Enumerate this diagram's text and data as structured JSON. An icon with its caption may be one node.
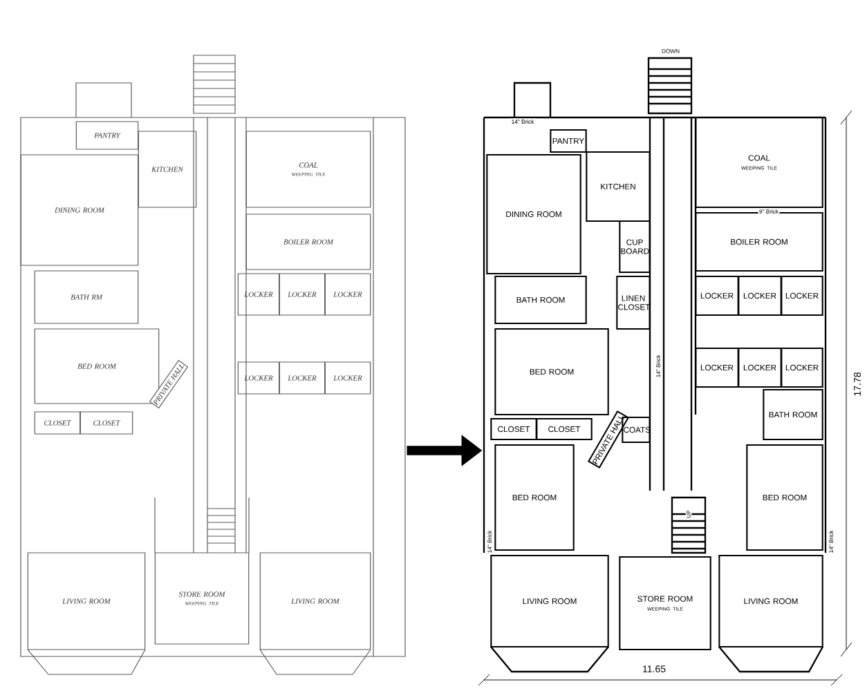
{
  "diagram": {
    "nodes": [
      {
        "text": [],
        "shape": "picture"
      },
      {
        "text": [
          "PANTRY"
        ],
        "in": 0
      },
      {
        "text": [
          "KITCHEN"
        ],
        "in": 0
      },
      {
        "text": [
          "COAL",
          "WEEPING TILE"
        ],
        "in": 0
      },
      {
        "text": [
          "DINING ROOM"
        ],
        "in": 0
      },
      {
        "text": [
          "BOILER ROOM"
        ],
        "in": 0
      },
      {
        "text": [
          "BATH RM"
        ],
        "in": 0
      },
      {
        "text": [
          "LOCKER"
        ],
        "in": 0
      },
      {
        "text": [
          "LOCKER"
        ],
        "in": 0
      },
      {
        "text": [
          "LOCKER"
        ],
        "in": 0
      },
      {
        "text": [
          "BED ROOM"
        ],
        "in": 0
      },
      {
        "text": [
          "LOCKER"
        ],
        "in": 0
      },
      {
        "text": [
          "LOCKER"
        ],
        "in": 0
      },
      {
        "text": [
          "LOCKER"
        ],
        "in": 0
      },
      {
        "text": [
          "CLOSET"
        ],
        "in": 0
      },
      {
        "text": [
          "CLOSET"
        ],
        "in": 0
      },
      {
        "text": [
          "PRIVATE HALL"
        ],
        "in": 0
      },
      {
        "text": [
          "LIVING ROOM"
        ],
        "in": 0
      },
      {
        "text": [
          "STORE ROOM",
          "WEEPING TILE"
        ],
        "in": 0
      },
      {
        "text": [
          "LIVING ROOM"
        ],
        "in": 0
      },
      {
        "text": [],
        "shape": "picture"
      },
      {
        "text": [
          "PANTRY"
        ],
        "in": 20
      },
      {
        "text": [
          "KITCHEN"
        ],
        "in": 20
      },
      {
        "text": [
          "COAL",
          "WEEPING TILE"
        ],
        "in": 20
      },
      {
        "text": [
          "DINING ROOM"
        ],
        "in": 20
      },
      {
        "text": [
          "CUP BOARD"
        ],
        "in": 20
      },
      {
        "text": [
          "BOILER ROOM"
        ],
        "in": 20
      },
      {
        "text": [
          "BATH ROOM"
        ],
        "in": 20
      },
      {
        "text": [
          "LINEN CLOSET"
        ],
        "in": 20
      },
      {
        "text": [
          "LOCKER"
        ],
        "in": 20
      },
      {
        "text": [
          "LOCKER"
        ],
        "in": 20
      },
      {
        "text": [
          "LOCKER"
        ],
        "in": 20
      },
      {
        "text": [
          "BED ROOM"
        ],
        "in": 20
      },
      {
        "text": [
          "LOCKER"
        ],
        "in": 20
      },
      {
        "text": [
          "LOCKER"
        ],
        "in": 20
      },
      {
        "text": [
          "LOCKER"
        ],
        "in": 20
      },
      {
        "text": [
          "BATH ROOM"
        ],
        "in": 20
      },
      {
        "text": [
          "CLOSET"
        ],
        "in": 20
      },
      {
        "text": [
          "CLOSET"
        ],
        "in": 20
      },
      {
        "text": [
          "PRIVATE HALL"
        ],
        "in": 20
      },
      {
        "text": [
          "COATS"
        ],
        "in": 20
      },
      {
        "text": [
          "BED ROOM"
        ],
        "in": 20
      },
      {
        "text": [
          "BED ROOM"
        ],
        "in": 20
      },
      {
        "text": [
          "LIVING ROOM"
        ],
        "in": 20
      },
      {
        "text": [
          "STORE ROOM",
          "WEEPING TILE"
        ],
        "in": 20
      },
      {
        "text": [
          "LIVING ROOM"
        ],
        "in": 20
      }
    ],
    "edges": [
      {
        "from": 0,
        "to": 20,
        "arrow": "to"
      }
    ],
    "labels": [
      "DOWN",
      "14\" Brick",
      "9\" Brick",
      "14\" Brick",
      "17.78",
      "UP",
      "14\" Brick",
      "14\" Brick",
      "11.65"
    ]
  }
}
